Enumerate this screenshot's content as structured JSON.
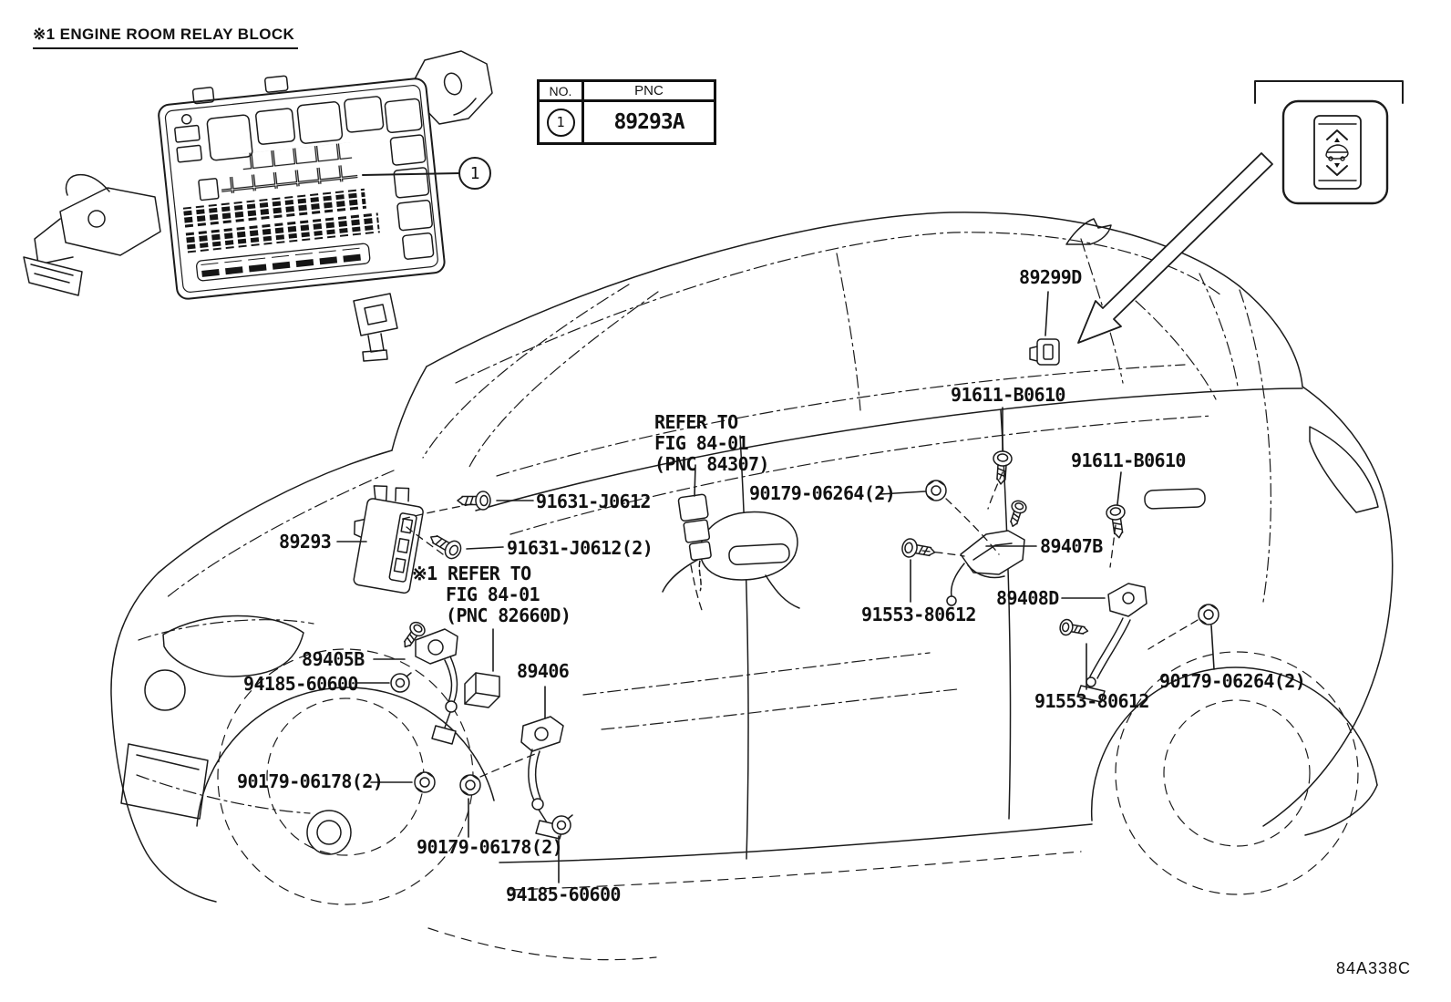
{
  "title": "※1 ENGINE ROOM RELAY BLOCK",
  "table": {
    "col_no": "NO.",
    "col_pnc": "PNC",
    "row_no": "1",
    "row_pnc": "89293A"
  },
  "callout": {
    "number": "1"
  },
  "labels": {
    "p89299d": "89299D",
    "p91611_upper": "91611-B0610",
    "p91611_lower": "91611-B0610",
    "p90179_06264_mid": "90179-06264(2)",
    "p90179_06264_right": "90179-06264(2)",
    "p91631": "91631-J0612",
    "p91631_2": "91631-J0612(2)",
    "p89293": "89293",
    "p89407b": "89407B",
    "p89408d": "89408D",
    "p91553_mid": "91553-80612",
    "p91553_right": "91553-80612",
    "p89405b": "89405B",
    "p94185_front": "94185-60600",
    "p89406": "89406",
    "p90179_06178_1": "90179-06178(2)",
    "p90179_06178_2": "90179-06178(2)",
    "p94185_lower": "94185-60600",
    "refer_mirror": {
      "l1": "REFER TO",
      "l2": "FIG 84-01",
      "l3": "(PNC 84307)"
    },
    "refer_relay": {
      "l1": "※1 REFER TO",
      "l2": "FIG 84-01",
      "l3": "(PNC 82660D)"
    },
    "diagram_code": "84A338C"
  }
}
